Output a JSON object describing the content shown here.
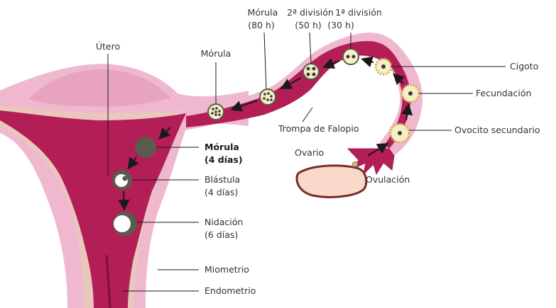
{
  "labels": {
    "utero": "Útero",
    "morula_tube": "Mórula",
    "morula2": "Mórula",
    "morula2_time": "(80 h)",
    "div2": "2ª división",
    "div2_time": "(50 h)",
    "div1": "1ª división",
    "div1_time": "(30 h)",
    "cigoto": "Cigoto",
    "fecundacion": "Fecundación",
    "ovocito": "Ovocito secundario",
    "trompa": "Trompa de Falopio",
    "ovario": "Ovario",
    "ovulacion": "Ovulación",
    "morula_uterus": "Mórula",
    "morula_uterus_days": "(4 días)",
    "blastula": "Blástula",
    "blastula_days": "(4 días)",
    "nidacion": "Nidación",
    "nidacion_days": "(6 días)",
    "miometrio": "Miometrio",
    "endometrio": "Endometrio"
  },
  "colors": {
    "myometrium": "#f0b8ce",
    "myometrium_dark": "#e8a3bf",
    "endometrium": "#e9c7bd",
    "cavity": "#b21e55",
    "tube_wall": "#f0b8ce",
    "ovary_fill": "#f9d9c9",
    "ovary_stroke": "#7a2a2a",
    "cell_dark": "#5b5a4e",
    "cell_yellow": "#f6eec5",
    "arrow": "#1a1a1a"
  }
}
